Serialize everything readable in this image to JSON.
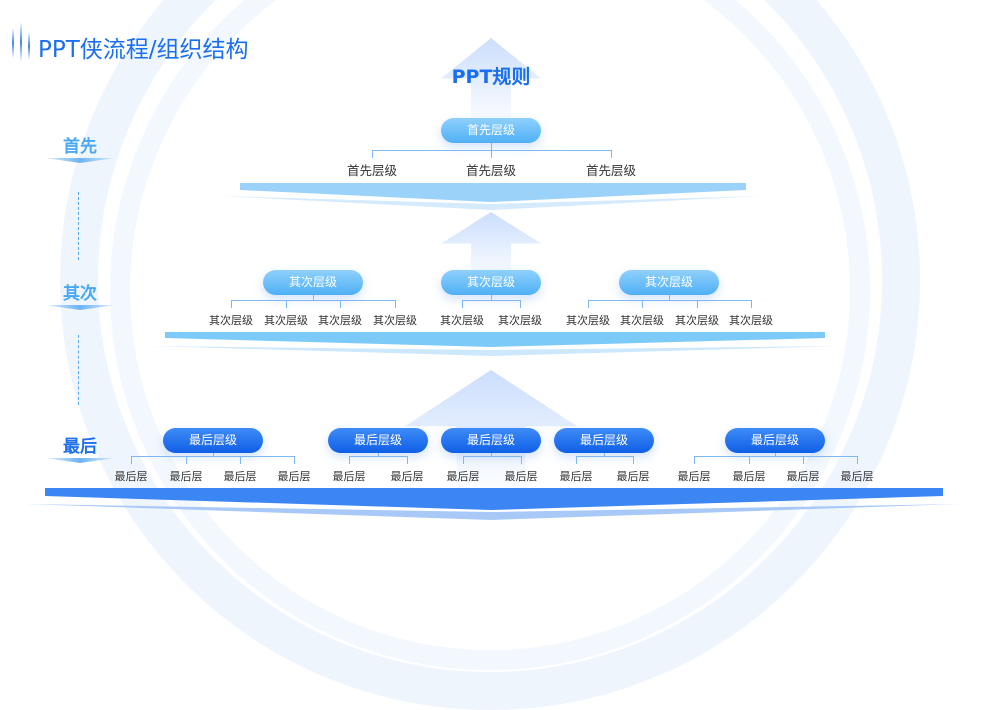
{
  "title": "PPT侠流程/组织结构",
  "heading": "PPT规则",
  "side_labels": [
    {
      "text": "首先",
      "color": "#4aa8f0"
    },
    {
      "text": "其次",
      "color": "#4aa8f0"
    },
    {
      "text": "最后",
      "color": "#1f6fe8"
    }
  ],
  "levels": [
    {
      "groups": [
        {
          "label": "首先层级",
          "children": [
            "首先层级",
            "首先层级",
            "首先层级"
          ]
        }
      ]
    },
    {
      "groups": [
        {
          "label": "其次层级",
          "children": [
            "其次层级",
            "其次层级",
            "其次层级",
            "其次层级"
          ]
        },
        {
          "label": "其次层级",
          "children": [
            "其次层级",
            "其次层级"
          ]
        },
        {
          "label": "其次层级",
          "children": [
            "其次层级",
            "其次层级",
            "其次层级",
            "其次层级"
          ]
        }
      ]
    },
    {
      "groups": [
        {
          "label": "最后层级",
          "children": [
            "最后层",
            "最后层",
            "最后层",
            "最后层"
          ]
        },
        {
          "label": "最后层级",
          "children": [
            "最后层",
            "最后层"
          ]
        },
        {
          "label": "最后层级",
          "children": [
            "最后层",
            "最后层"
          ]
        },
        {
          "label": "最后层级",
          "children": [
            "最后层",
            "最后层"
          ]
        },
        {
          "label": "最后层级",
          "children": [
            "最后层",
            "最后层",
            "最后层",
            "最后层"
          ]
        }
      ]
    }
  ]
}
